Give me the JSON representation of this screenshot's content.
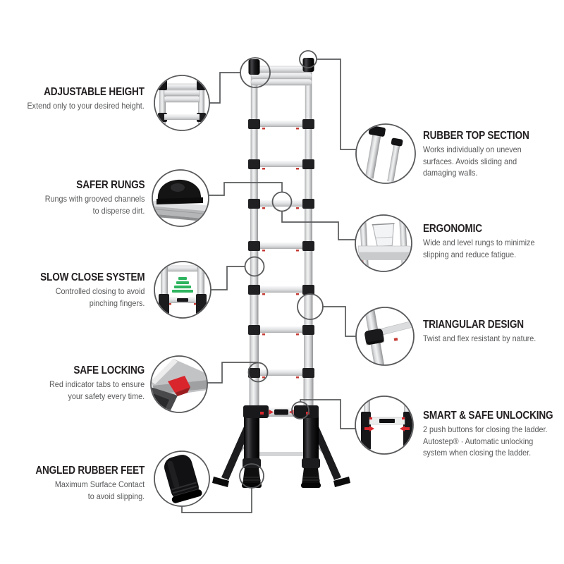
{
  "colors": {
    "background": "#ffffff",
    "connector_line": "#58595b",
    "title_text": "#231f20",
    "body_text": "#58595b",
    "red_indicator": "#d9262c",
    "green_indicator": "#2eb45f",
    "ladder_silver": "#d9dadc",
    "ladder_black": "#1b1b1d"
  },
  "ladder": {
    "type": "telescopic-ladder-illustration",
    "rungs_visible": 9,
    "collapsed_top_tubes": 3
  },
  "features": {
    "left": [
      {
        "id": "adjustable-height",
        "title": "ADJUSTABLE HEIGHT",
        "desc": "Extend only to your desired height."
      },
      {
        "id": "safer-rungs",
        "title": "SAFER RUNGS",
        "desc": "Rungs with grooved channels\nto disperse dirt."
      },
      {
        "id": "slow-close-system",
        "title": "SLOW CLOSE SYSTEM",
        "desc": "Controlled closing to avoid\npinching fingers."
      },
      {
        "id": "safe-locking",
        "title": "SAFE LOCKING",
        "desc": "Red indicator tabs to ensure\nyour safety every time."
      },
      {
        "id": "angled-rubber-feet",
        "title": "ANGLED RUBBER FEET",
        "desc": "Maximum Surface Contact\nto avoid slipping."
      }
    ],
    "right": [
      {
        "id": "rubber-top-section",
        "title": "RUBBER TOP SECTION",
        "desc": "Works individually on uneven\nsurfaces. Avoids sliding and\ndamaging walls."
      },
      {
        "id": "ergonomic",
        "title": "ERGONOMIC",
        "desc": "Wide and level rungs to minimize\nslipping and reduce fatigue."
      },
      {
        "id": "triangular-design",
        "title": "TRIANGULAR DESIGN",
        "desc": "Twist and flex resistant by nature."
      },
      {
        "id": "smart-safe-unlocking",
        "title": "SMART & SAFE UNLOCKING",
        "desc": "2 push buttons for closing the ladder.\nAutostep® · Automatic unlocking\nsystem when closing the ladder."
      }
    ]
  }
}
